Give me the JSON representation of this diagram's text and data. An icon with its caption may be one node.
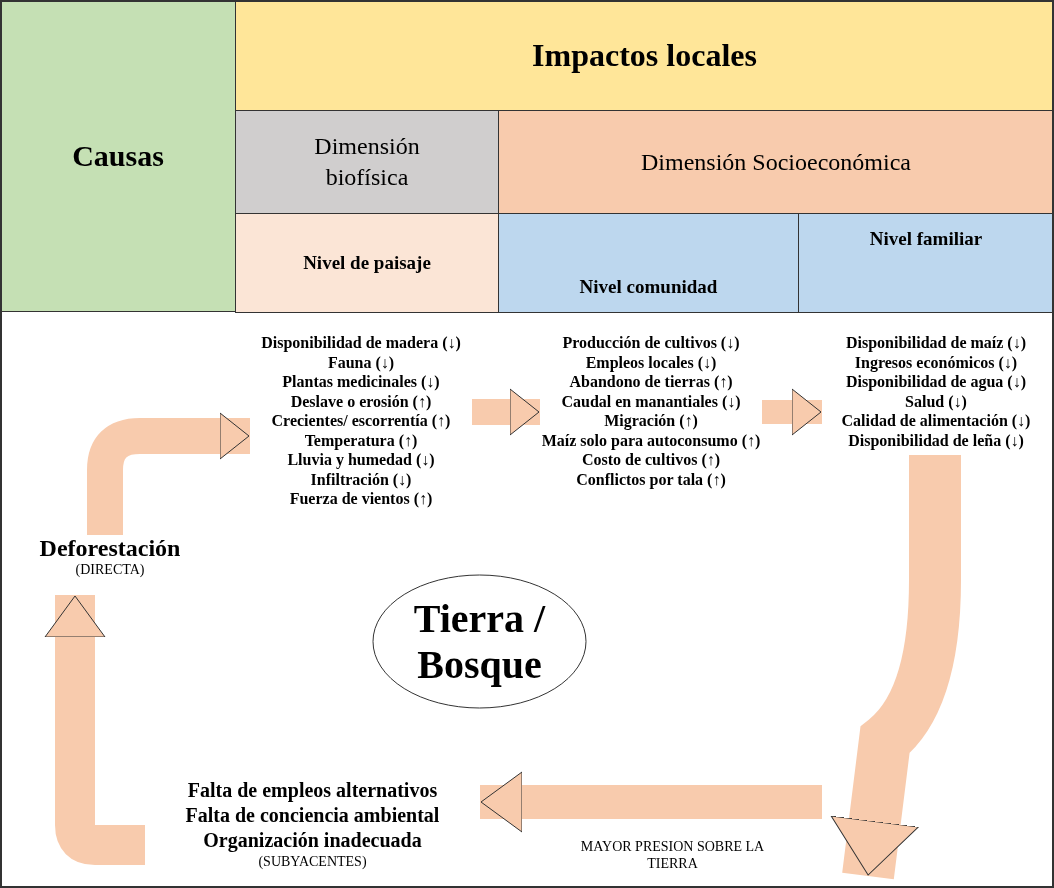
{
  "diagram": {
    "nodes": [
      {
        "text": [
          "Causas"
        ]
      },
      {
        "text": [
          "Impactos locales"
        ]
      },
      {
        "text": [
          "Dimensión biofísica"
        ]
      },
      {
        "text": [
          "Dimensión Socioeconómica"
        ]
      },
      {
        "text": [
          "Nivel de paisaje"
        ]
      },
      {
        "text": [
          "Nivel comunidad"
        ]
      },
      {
        "text": [
          "Nivel familiar"
        ]
      },
      {
        "text": [
          "Disponibilidad de madera (↓)",
          "Fauna (↓)",
          "Plantas medicinales (↓)",
          "Deslave o erosión (↑)",
          "Crecientes/ escorrentía (↑)",
          "Temperatura (↑)",
          "Lluvia y humedad (↓)",
          "Infiltración (↓)",
          "Fuerza de vientos (↑)"
        ]
      },
      {
        "text": [
          "Producción de cultivos (↓)",
          "Empleos locales (↓)",
          "Abandono de tierras (↑)",
          "Caudal en manantiales (↓)",
          "Migración (↑)",
          "Maíz solo para autoconsumo (↑)",
          "Costo de cultivos (↑)",
          "Conflictos por tala (↑)"
        ]
      },
      {
        "text": [
          "Disponibilidad de maíz (↓)",
          "Ingresos económicos (↓)",
          "Disponibilidad de agua (↓)",
          "Salud (↓)",
          "Calidad de alimentación (↓)",
          "Disponibilidad de leña (↓)"
        ]
      },
      {
        "text": [
          "Deforestación",
          "(DIRECTA)"
        ]
      },
      {
        "text": [
          "Tierra / Bosque"
        ]
      },
      {
        "text": [
          "Falta de empleos alternativos",
          "Falta de conciencia ambiental",
          "Organización inadecuada",
          "(SUBYACENTES)"
        ]
      }
    ],
    "edges": [
      {
        "from": 10,
        "to": 7,
        "arrow": "to"
      },
      {
        "from": 7,
        "to": 8,
        "arrow": "to"
      },
      {
        "from": 8,
        "to": 9,
        "arrow": "to"
      },
      {
        "from": 9,
        "to": null,
        "arrow": "to"
      },
      {
        "from": null,
        "to": 12,
        "arrow": "to",
        "label": "MAYOR PRESION SOBRE LA TIERRA"
      },
      {
        "from": 12,
        "to": 10,
        "arrow": "to"
      }
    ]
  }
}
